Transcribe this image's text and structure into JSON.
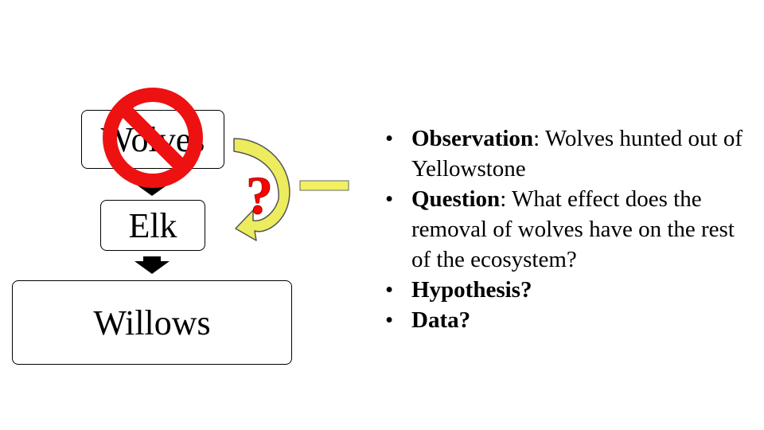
{
  "diagram": {
    "boxes": {
      "wolves": "Wolves",
      "elk": "Elk",
      "willows": "Willows"
    },
    "question_mark": "?",
    "colors": {
      "prohibition_red": "#ee1111",
      "curved_arrow_fill": "#ecec5e",
      "question_red": "#ff0000",
      "dash_fill": "#f0f060"
    },
    "icons": [
      "prohibition-icon",
      "curved-arrow-icon",
      "down-arrow-icon"
    ]
  },
  "bullets": [
    {
      "label": "Observation",
      "text": ": Wolves hunted out of Yellowstone"
    },
    {
      "label": "Question",
      "text": ": What effect does the removal of wolves have on the rest of the ecosystem?"
    },
    {
      "label": "Hypothesis?",
      "text": ""
    },
    {
      "label": "Data?",
      "text": ""
    }
  ]
}
